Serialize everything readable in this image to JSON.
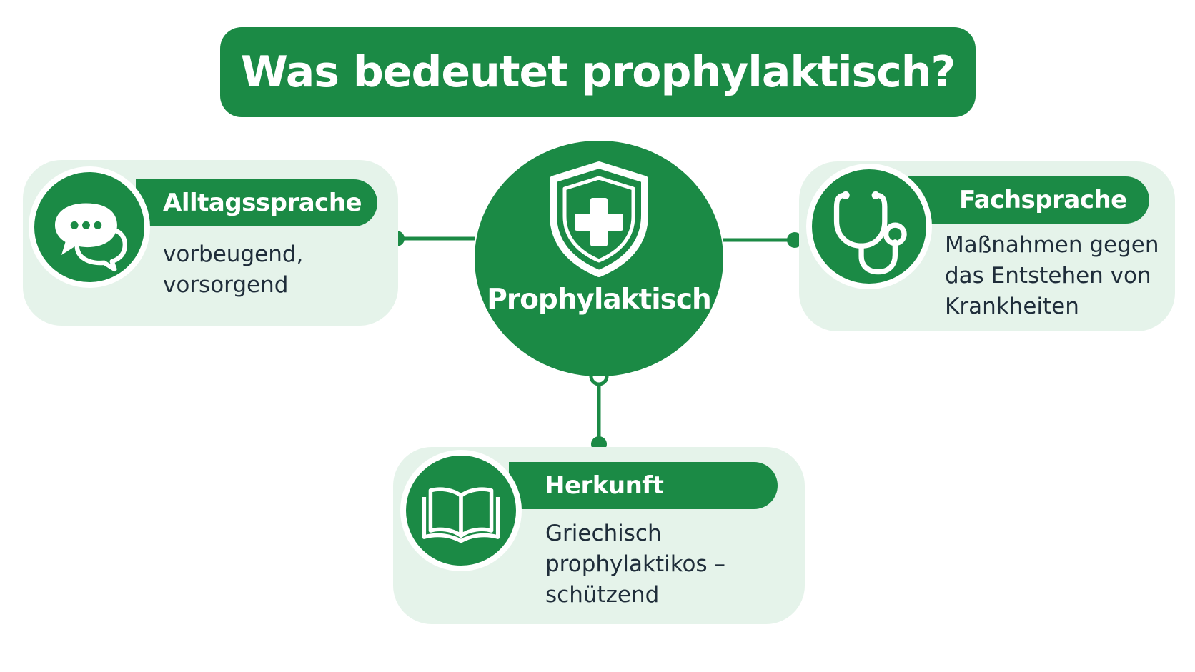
{
  "title": "Was bedeutet prophylaktisch?",
  "center": {
    "label": "Prophylaktisch",
    "icon": "shield-plus-icon"
  },
  "cards": {
    "alltag": {
      "heading": "Alltagssprache",
      "icon": "speech-bubbles-icon",
      "lines": [
        "vorbeugend,",
        "vorsorgend"
      ]
    },
    "fach": {
      "heading": "Fachsprache",
      "icon": "stethoscope-icon",
      "lines": [
        "Maßnahmen gegen",
        "das Entstehen von",
        "Krankheiten"
      ]
    },
    "herkunft": {
      "heading": "Herkunft",
      "icon": "open-book-icon",
      "lines": [
        "Griechisch",
        "prophylaktikos –",
        "schützend"
      ]
    }
  },
  "colors": {
    "primary_green": "#1b8a45",
    "card_background": "#e5f3ea",
    "body_text": "#1f2d3a"
  }
}
